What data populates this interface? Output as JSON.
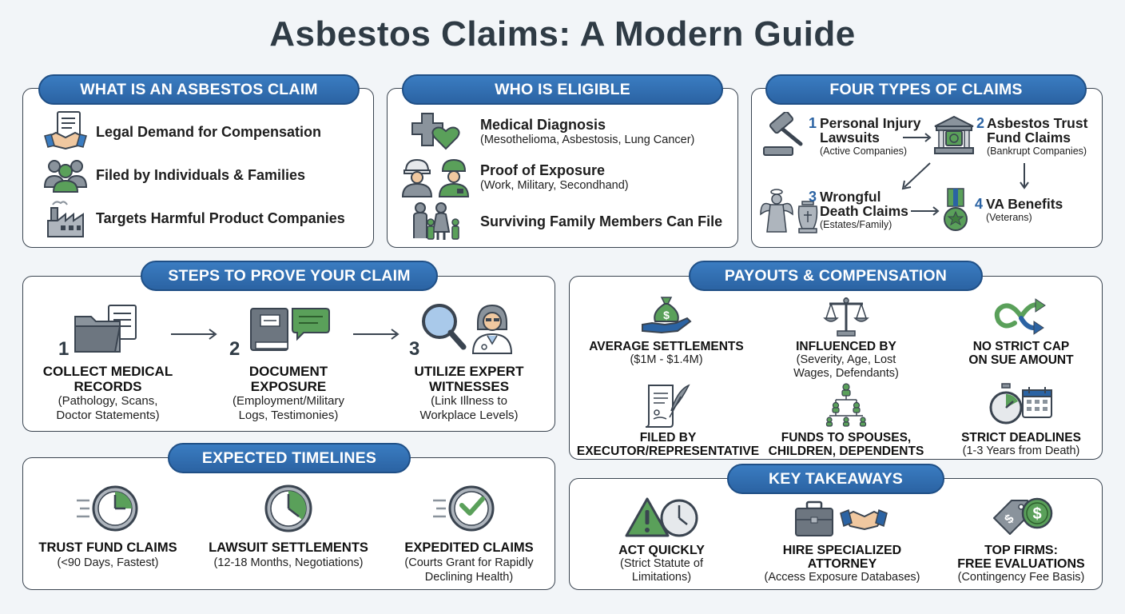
{
  "title": "Asbestos Claims: A Modern Guide",
  "colors": {
    "accent": "#2b63a3",
    "green": "#5aa05a",
    "gray": "#7d8690"
  },
  "what": {
    "header": "WHAT IS AN ASBESTOS CLAIM",
    "items": [
      {
        "icon": "handshake-document-icon",
        "label": "Legal Demand for Compensation"
      },
      {
        "icon": "people-group-icon",
        "label": "Filed by Individuals & Families"
      },
      {
        "icon": "factory-icon",
        "label": "Targets Harmful Product Companies"
      }
    ]
  },
  "eligible": {
    "header": "WHO IS ELIGIBLE",
    "items": [
      {
        "icon": "medical-cross-heart-icon",
        "label": "Medical Diagnosis",
        "sub": "(Mesothelioma, Asbestosis, Lung Cancer)"
      },
      {
        "icon": "worker-soldier-icon",
        "label": "Proof of Exposure",
        "sub": "(Work, Military, Secondhand)"
      },
      {
        "icon": "family-icon",
        "label": "Surviving Family Members Can File",
        "sub": ""
      }
    ]
  },
  "types": {
    "header": "FOUR TYPES OF CLAIMS",
    "items": [
      {
        "num": "1",
        "label_l1": "Personal Injury",
        "label_l2": "Lawsuits",
        "sub": "(Active Companies)",
        "icon": "gavel-icon"
      },
      {
        "num": "2",
        "label_l1": "Asbestos Trust",
        "label_l2": "Fund Claims",
        "sub": "(Bankrupt Companies)",
        "icon": "bank-icon"
      },
      {
        "num": "3",
        "label_l1": "Wrongful",
        "label_l2": "Death Claims",
        "sub": "(Estates/Family)",
        "icon": "angel-urn-icon"
      },
      {
        "num": "4",
        "label_l1": "VA Benefits",
        "label_l2": "",
        "sub": "(Veterans)",
        "icon": "medal-icon"
      }
    ]
  },
  "steps": {
    "header": "STEPS TO PROVE YOUR CLAIM",
    "items": [
      {
        "num": "1",
        "title_l1": "COLLECT MEDICAL",
        "title_l2": "RECORDS",
        "sub_l1": "(Pathology, Scans,",
        "sub_l2": "Doctor Statements)",
        "icon": "folder-documents-icon"
      },
      {
        "num": "2",
        "title_l1": "DOCUMENT",
        "title_l2": "EXPOSURE",
        "sub_l1": "(Employment/Military",
        "sub_l2": "Logs, Testimonies)",
        "icon": "book-chat-icon"
      },
      {
        "num": "3",
        "title_l1": "UTILIZE EXPERT",
        "title_l2": "WITNESSES",
        "sub_l1": "(Link Illness to",
        "sub_l2": "Workplace Levels)",
        "icon": "magnifier-doctor-icon"
      }
    ]
  },
  "payouts": {
    "header": "PAYOUTS & COMPENSATION",
    "items": [
      {
        "icon": "money-bag-hand-icon",
        "title_l1": "AVERAGE SETTLEMENTS",
        "title_l2": "",
        "sub_l1": "($1M - $1.4M)",
        "sub_l2": ""
      },
      {
        "icon": "scales-icon",
        "title_l1": "INFLUENCED BY",
        "title_l2": "",
        "sub_l1": "(Severity, Age, Lost",
        "sub_l2": "Wages, Defendants)"
      },
      {
        "icon": "infinity-arrow-icon",
        "title_l1": "NO STRICT CAP",
        "title_l2": "ON SUE AMOUNT",
        "sub_l1": "",
        "sub_l2": ""
      },
      {
        "icon": "scroll-quill-icon",
        "title_l1": "FILED BY",
        "title_l2": "EXECUTOR/REPRESENTATIVE",
        "sub_l1": "",
        "sub_l2": ""
      },
      {
        "icon": "family-tree-icon",
        "title_l1": "FUNDS TO SPOUSES,",
        "title_l2": "CHILDREN, DEPENDENTS",
        "sub_l1": "",
        "sub_l2": ""
      },
      {
        "icon": "stopwatch-calendar-icon",
        "title_l1": "STRICT DEADLINES",
        "title_l2": "",
        "sub_l1": "(1-3 Years from Death)",
        "sub_l2": ""
      }
    ]
  },
  "timelines": {
    "header": "EXPECTED TIMELINES",
    "items": [
      {
        "icon": "fast-clock-icon",
        "title": "TRUST FUND CLAIMS",
        "sub_l1": "(<90 Days, Fastest)",
        "sub_l2": ""
      },
      {
        "icon": "clock-icon",
        "title": "LAWSUIT SETTLEMENTS",
        "sub_l1": "(12-18 Months, Negotiations)",
        "sub_l2": ""
      },
      {
        "icon": "fast-clock-check-icon",
        "title": "EXPEDITED CLAIMS",
        "sub_l1": "(Courts Grant for Rapidly",
        "sub_l2": "Declining Health)"
      }
    ]
  },
  "takeaways": {
    "header": "KEY TAKEAWAYS",
    "items": [
      {
        "icon": "warning-clock-icon",
        "title_l1": "ACT QUICKLY",
        "title_l2": "",
        "sub_l1": "(Strict Statute of",
        "sub_l2": "Limitations)"
      },
      {
        "icon": "briefcase-handshake-icon",
        "title_l1": "HIRE SPECIALIZED",
        "title_l2": "ATTORNEY",
        "sub_l1": "(Access Exposure Databases)",
        "sub_l2": ""
      },
      {
        "icon": "price-tag-coin-icon",
        "title_l1": "TOP FIRMS:",
        "title_l2": "FREE EVALUATIONS",
        "sub_l1": "(Contingency Fee Basis)",
        "sub_l2": ""
      }
    ]
  }
}
